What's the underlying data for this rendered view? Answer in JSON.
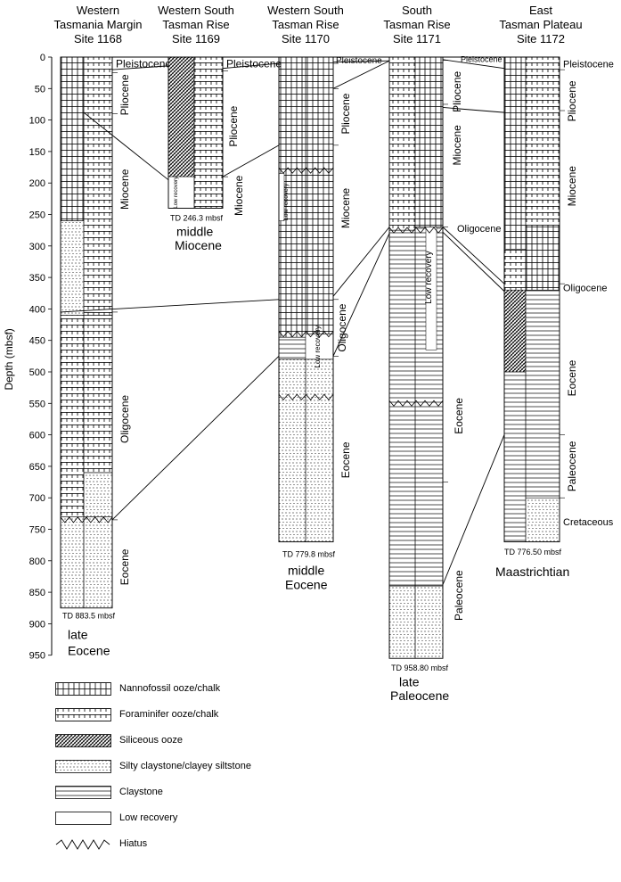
{
  "sites": [
    {
      "line1": "Western",
      "line2": "Tasmania Margin",
      "line3": "Site 1168"
    },
    {
      "line1": "Western South",
      "line2": "Tasman Rise",
      "line3": "Site 1169"
    },
    {
      "line1": "Western South",
      "line2": "Tasman Rise",
      "line3": "Site 1170"
    },
    {
      "line1": "South",
      "line2": "Tasman Rise",
      "line3": "Site 1171"
    },
    {
      "line1": "East",
      "line2": "Tasman Plateau",
      "line3": "Site 1172"
    }
  ],
  "axis": {
    "label": "Depth (mbsf)",
    "ticks": [
      "0",
      "50",
      "100",
      "150",
      "200",
      "250",
      "300",
      "350",
      "400",
      "450",
      "500",
      "550",
      "600",
      "650",
      "700",
      "750",
      "800",
      "850",
      "900",
      "950"
    ]
  },
  "epochs": {
    "pleistocene": "Pleistocene",
    "pliocene": "Pliocene",
    "miocene": "Miocene",
    "oligocene": "Oligocene",
    "eocene": "Eocene",
    "paleocene": "Paleocene",
    "cretaceous": "Cretaceous"
  },
  "low_recovery": "Low recovery",
  "low_recovery_short": "Low recovery",
  "td": {
    "s1168": "TD 883.5 mbsf",
    "s1169": "TD 246.3 mbsf",
    "s1170": "TD 779.8 mbsf",
    "s1171": "TD 958.80 mbsf",
    "s1172": "TD 776.50 mbsf"
  },
  "bottom_age": {
    "s1168": [
      "late",
      "Eocene"
    ],
    "s1169": [
      "middle",
      "Miocene"
    ],
    "s1170": [
      "middle",
      "Eocene"
    ],
    "s1171": [
      "late",
      "Paleocene"
    ],
    "s1172": [
      "Maastrichtian"
    ]
  },
  "legend": [
    {
      "label": "Nannofossil ooze/chalk",
      "pattern": "nanno"
    },
    {
      "label": "Foraminifer ooze/chalk",
      "pattern": "foram"
    },
    {
      "label": "Siliceous ooze",
      "pattern": "sil"
    },
    {
      "label": "Silty claystone/clayey siltstone",
      "pattern": "silty"
    },
    {
      "label": "Claystone",
      "pattern": "clay"
    },
    {
      "label": "Low recovery",
      "pattern": "none"
    },
    {
      "label": "Hiatus",
      "pattern": "hiatus"
    }
  ]
}
